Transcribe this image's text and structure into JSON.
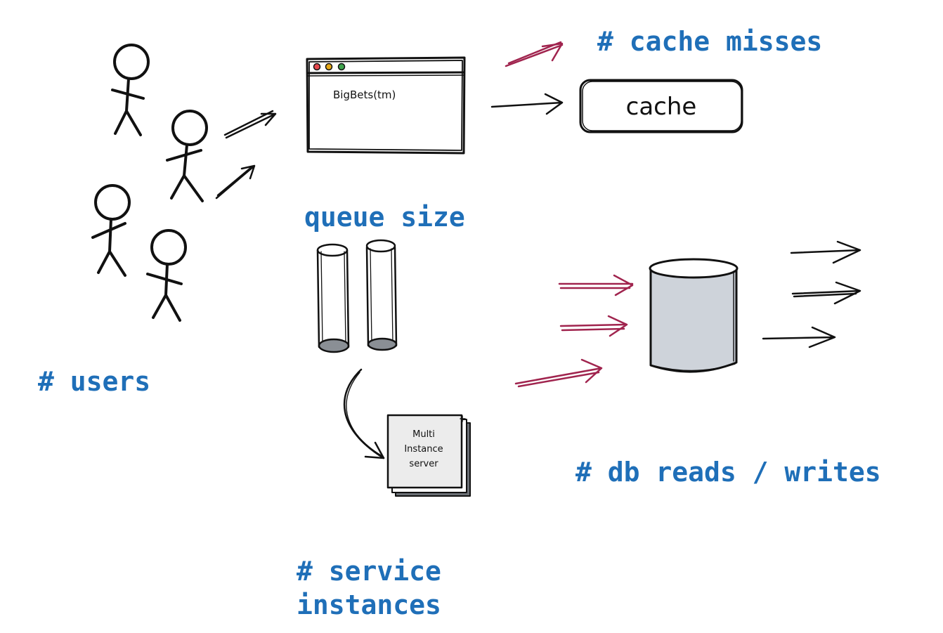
{
  "labels": {
    "users": "# users",
    "queue_size": "queue size",
    "cache_misses": "# cache misses",
    "db_reads_writes": "# db reads / writes",
    "service_line1": "# service",
    "service_line2": "instances"
  },
  "browser_window": {
    "title": "BigBets(tm)"
  },
  "cache_box": {
    "label": "cache"
  },
  "server_stack": {
    "line1": "Multi",
    "line2": "Instance",
    "line3": "server"
  },
  "colors": {
    "label_blue": "#1f6fb8",
    "arrow_red": "#a0244e",
    "ink": "#111111",
    "db_fill": "#ced3da",
    "dot_red": "#e5484d",
    "dot_yellow": "#e6a817",
    "dot_green": "#3fa34d"
  }
}
